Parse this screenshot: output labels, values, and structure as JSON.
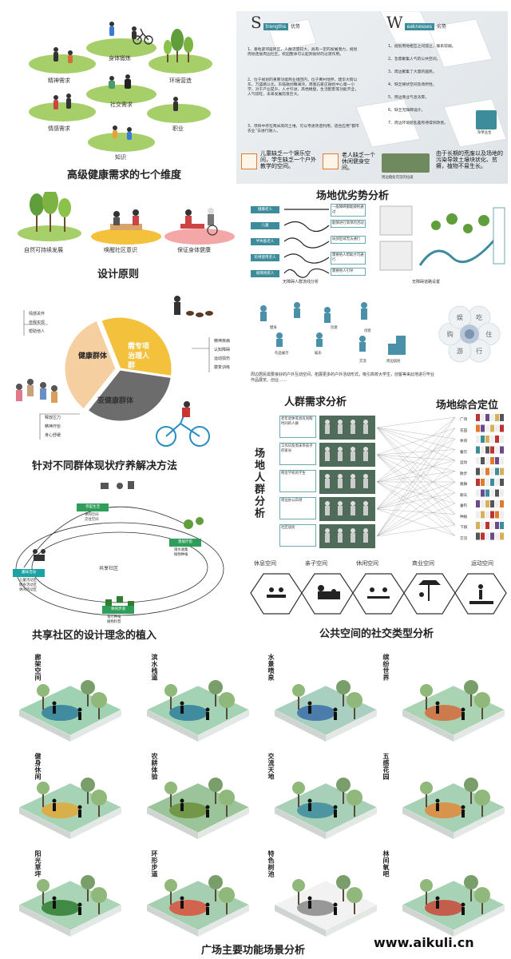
{
  "dimensions": {
    "caption": "高级健康需求的七个维度",
    "labels": [
      "身体锻炼",
      "精神需求",
      "环境营造",
      "社交需求",
      "情感需求",
      "职业",
      "知识"
    ]
  },
  "swot": {
    "s_letter": "S",
    "s_word": "trengths",
    "s_cn": "优势",
    "w_letter": "W",
    "w_word": "eaknesses",
    "w_cn": "劣势",
    "s_items": [
      "1、基地紧邻居民区，人群流量较大，具有一定的发展潜力，规划周地连接周边社区，校园整体可以起到很好的过渡作用。",
      "2、位于规划的重要功能商业组团内，位于黄村地界，建华大街以东，万盛路以北，东临融创臻澜湾，周围石家庄融创中心第一小学，对于产业提升，人才引进，高档楼盘，生活配套等功能齐全，人气较旺，未来发展前景巨大。",
      "3、项目中存在两米高的土堆，可以考虑改造利用，适合应用“都市农业”去进行融入。"
    ],
    "w_items": [
      "1、规划用地相互之间孤立，联系较弱。",
      "2、急需聚集人气的公共空间。",
      "3、周边聚集了大量的居民。",
      "4、缺乏梯状空间及场所性。",
      "5、周边商业气息浓厚。",
      "6、缺乏无障碍设计。",
      "7、周边环境脏乱差有待得到改善。"
    ],
    "icon_label": "杂草丛生",
    "note_kids": "儿童缺乏一个娱乐空间，学生缺乏一个户外教学的空间。",
    "note_old": "老人缺乏一个休闲健身空间。",
    "note_site": "由于长期的荒废以及场地的污染导致土壤块状化、贫瘠，植物不易生长。",
    "note_garbage": "周边随处可见的垃圾",
    "caption": "场地优劣势分析"
  },
  "principles": {
    "items": [
      "自然可持续发展",
      "唤醒社区意识",
      "保证身体健康"
    ],
    "caption": "设计原则"
  },
  "barrier": {
    "rows": [
      "健康老人",
      "儿童",
      "半失能老人",
      "轮椅使用老人",
      "视障残疾人"
    ],
    "notes": [
      "一般障碍都能顺利通过",
      "能够进行简单的活动",
      "局部区域无法通行",
      "需要他人帮助才可通行",
      "需要他人引导"
    ],
    "left_caption": "无障碍人群流线分析",
    "right_caption": "无障碍道路设置"
  },
  "groups": {
    "left_items": [
      "情感关怀",
      "自我实现",
      "帮助他人"
    ],
    "right_items": [
      "精神疾病",
      "认知障碍",
      "运动损伤",
      "康复训练"
    ],
    "bottom_items": [
      "释放压力",
      "精神疗愈",
      "身心舒缓"
    ],
    "health": "健康群体",
    "special": "需专项治理人群",
    "sub": "亚健康群体",
    "caption": "针对不同群体现状疗养解决方法",
    "pie": {
      "type": "pie",
      "labels": [
        "健康群体",
        "需专项治理人群",
        "亚健康群体"
      ],
      "values": [
        33.3,
        33.3,
        33.3
      ],
      "colors": [
        "#f3c13b",
        "#6c6c6c",
        "#f6cfa1"
      ]
    }
  },
  "crowd": {
    "labels": [
      "健身",
      "玩耍",
      "作品展示",
      "娱乐",
      "创客",
      "交流",
      "周边居民"
    ],
    "caption": "人群需求分析",
    "flower": {
      "center": "",
      "petals": [
        "吃",
        "住",
        "行",
        "游",
        "购",
        "娱"
      ]
    },
    "note": "周边居民需要良好的户外互动空间，拓展更多的户外活动形式，吸引高校大学生，创客等来此地进行毕业作品展览、创业……"
  },
  "position": {
    "title": "场地综合定位",
    "vertical": "场地人群分析",
    "legend_items": [
      "广场",
      "花园",
      "休闲",
      "餐饮",
      "运动",
      "散步",
      "跳舞",
      "聊天",
      "垂钓",
      "种植",
      "下棋",
      "交流"
    ],
    "desc_rows": [
      "老年退休等具有闲暇时间的人群",
      "工作日及周末带孩子的家长",
      "附近学校的学生",
      "周边办公白领",
      "社区居民"
    ]
  },
  "social": {
    "types": [
      "休息空间",
      "亲子空间",
      "休闲空间",
      "商业空间",
      "运动空间"
    ],
    "caption": "公共空间的社交类型分析"
  },
  "shared": {
    "nodes": [
      "邻里生活",
      "景观疗愈",
      "趣味活动",
      "休闲步道"
    ],
    "node_desc": [
      "休闲空间\n交往空间",
      "雨水收集\n植物种植",
      "儿童活动区\n健身活动区\n休闲活动区",
      "食疗种植\n植物科普"
    ],
    "center": "共享社区",
    "caption": "共享社区的设计理念的植入"
  },
  "scenes": {
    "labels": [
      "廊架空间",
      "滨水栈道",
      "水景喷泉",
      "缤纷世界",
      "健身休闲",
      "农耕体验",
      "交流天地",
      "五感花园",
      "阳光草坪",
      "环形步道",
      "特色树池",
      "林间氧吧"
    ],
    "caption": "广场主要功能场景分析"
  },
  "watermark": "www.aikuli.cn"
}
